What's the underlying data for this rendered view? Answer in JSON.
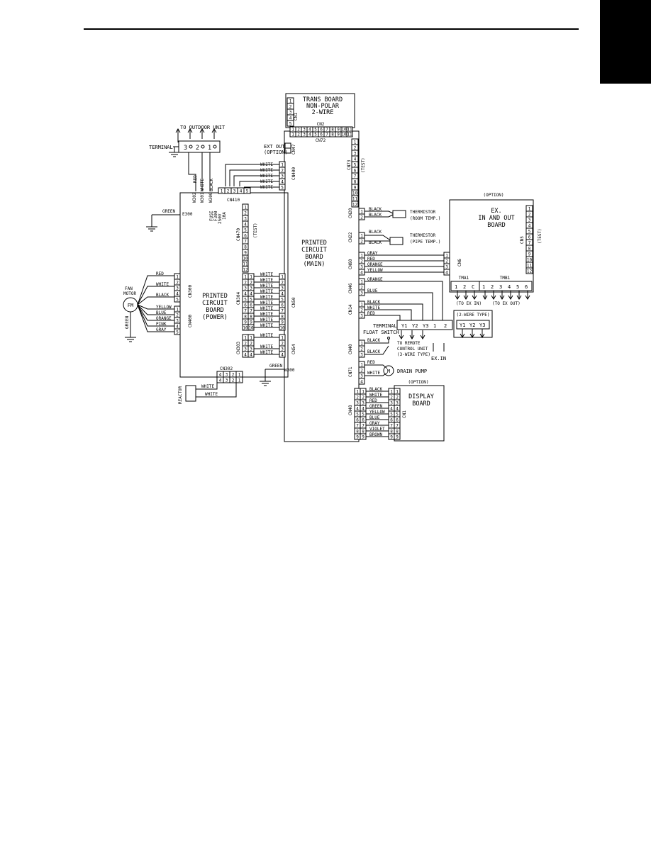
{
  "trans_board": {
    "title": [
      "TRANS BOARD",
      "NON-POLAR",
      "2-WIRE"
    ],
    "cn1_label": "CN1",
    "cn2_label": "CN2",
    "cn72_label": "CN72",
    "pins5": [
      "1",
      "2",
      "3",
      "4",
      "5"
    ],
    "pins11": [
      "1",
      "2",
      "3",
      "4",
      "5",
      "6",
      "7",
      "8",
      "9",
      "10",
      "11"
    ],
    "pins12": [
      "1",
      "2",
      "3",
      "4",
      "5",
      "6",
      "7",
      "8",
      "9",
      "10",
      "11",
      "12"
    ]
  },
  "terminal_left": {
    "caption": "TO OUTDOOR UNIT",
    "label": "TERMINAL",
    "pins": [
      "3",
      "2",
      "1"
    ],
    "wires": [
      "RED",
      "WHITE",
      "BLACK"
    ],
    "w_labels": [
      "W302",
      "W301",
      "W300"
    ],
    "fuse": [
      "FUSE",
      "F300",
      "250V",
      "10A"
    ]
  },
  "main_board": {
    "title": [
      "PRINTED",
      "CIRCUIT",
      "BOARD",
      "(MAIN)"
    ],
    "ext_out": [
      "EXT OUT",
      "(OPTION)"
    ],
    "cn47": "CN47",
    "cn73": "CN73",
    "test": "(TEST)",
    "cn400": "CN400",
    "cn410": "CN410",
    "white5": [
      "WHITE",
      "WHITE",
      "WHITE",
      "WHITE",
      "WHITE"
    ],
    "pins5": [
      "1",
      "2",
      "3",
      "4",
      "5"
    ]
  },
  "power_board": {
    "title": [
      "PRINTED",
      "CIRCUIT",
      "BOARD",
      "(POWER)"
    ],
    "green": "GREEN",
    "e300": "E300",
    "cn470": "CN470",
    "test": "(TEST)",
    "pins12": [
      "1",
      "2",
      "3",
      "4",
      "5",
      "6",
      "7",
      "8",
      "9",
      "10",
      "11",
      "12"
    ]
  },
  "fan": {
    "label": [
      "FAN",
      "MOTOR"
    ],
    "symbol": "FM",
    "green": "GREEN",
    "cn300": "CN300",
    "cn300_wires": [
      "RED",
      "WHITE",
      "BLACK"
    ],
    "cn400": "CN400",
    "cn400_wires": [
      "YELLOW",
      "BLUE",
      "ORANGE",
      "PINK",
      "GRAY"
    ],
    "pins5": [
      "1",
      "2",
      "3",
      "4",
      "5"
    ]
  },
  "cn304": {
    "label_left": "CN304",
    "label_right": "CN50",
    "pins10": [
      "1",
      "2",
      "3",
      "4",
      "5",
      "6",
      "7",
      "8",
      "9",
      "10"
    ],
    "wires": [
      "WHITE",
      "WHITE",
      "WHITE",
      "WHITE",
      "WHITE",
      "WHITE",
      "WHITE",
      "WHITE",
      "WHITE",
      "WHITE"
    ]
  },
  "cn303": {
    "label_left": "CN303",
    "label_right": "CN54",
    "pins4": [
      "1",
      "2",
      "3",
      "4"
    ],
    "wires": [
      "WHITE",
      "WHITE",
      "WHITE"
    ]
  },
  "cn302": {
    "label": "CN302",
    "pins": [
      "4",
      "3",
      "2",
      "1"
    ],
    "reactor": "REACTOR",
    "wires": [
      "WHITE",
      "WHITE"
    ]
  },
  "ground": {
    "green": "GREEN",
    "w300": "W300"
  },
  "sensors": {
    "cn20": "CN20",
    "cn20_wires": [
      "BLACK",
      "BLACK"
    ],
    "room": [
      "THERMISTOR",
      "(ROOM TEMP.)"
    ],
    "cn22": "CN22",
    "cn22_wires": [
      "BLACK",
      "BLACK"
    ],
    "pipe": [
      "THERMISTOR",
      "(PIPE TEMP.)"
    ],
    "pins2": [
      "1",
      "2"
    ]
  },
  "ex_board": {
    "option": "(OPTION)",
    "title": [
      "EX.",
      "IN AND OUT",
      "BOARD"
    ],
    "cn5": "CN5",
    "test": "(TEST)",
    "cn6": "CN6",
    "cn60": "CN60",
    "cn60_wires": [
      "GRAY",
      "RED",
      "ORANGE",
      "YELLOW"
    ],
    "pins4": [
      "1",
      "2",
      "3",
      "4"
    ],
    "pins12": [
      "1",
      "2",
      "3",
      "4",
      "5",
      "6",
      "7",
      "8",
      "9",
      "10",
      "11",
      "12"
    ],
    "tma1": "TMA1",
    "tmb1": "TMB1",
    "tma1_pins": [
      "1",
      "2",
      "C"
    ],
    "tmb1_pins": [
      "1",
      "2",
      "3",
      "4",
      "5",
      "6"
    ],
    "to_ex_in": "(TO EX IN)",
    "to_ex_out": "(TO EX OUT)"
  },
  "cn46": {
    "label": "CN46",
    "wires": [
      "ORANGE",
      "BLUE"
    ],
    "pins3": [
      "1",
      "2",
      "3"
    ]
  },
  "cn14": {
    "label": "CN14",
    "wires": [
      "BLACK",
      "WHITE",
      "RED"
    ],
    "pins3": [
      "1",
      "2",
      "3"
    ]
  },
  "terminal_right": {
    "label": "TERMINAL",
    "pins": [
      "Y1",
      "Y2",
      "Y3",
      "1",
      "2"
    ],
    "two_wire": "(2-WIRE TYPE)",
    "two_wire_pins": [
      "Y1",
      "Y2",
      "Y3"
    ],
    "to_remote": [
      "TO REMOTE",
      "CONTROL UNIT",
      "(3-WIRE TYPE)"
    ],
    "ex_in": "EX.IN"
  },
  "float": {
    "label": "FLOAT SWITCH",
    "cn40": "CN40",
    "wire": "BLACK",
    "wire2": "BLACK",
    "pins3": [
      "1",
      "2",
      "3"
    ]
  },
  "pump": {
    "cn71": "CN71",
    "wires": [
      "RED",
      "WHITE"
    ],
    "symbol": "M",
    "label": "DRAIN PUMP",
    "pins4": [
      "1",
      "2",
      "3",
      "4"
    ]
  },
  "display": {
    "option": "(OPTION)",
    "title": [
      "DISPLAY",
      "BOARD"
    ],
    "cn48": "CN48",
    "cn1": "CN1",
    "wires": [
      "BLACK",
      "WHITE",
      "RED",
      "GREEN",
      "YELLOW",
      "BLUE",
      "GRAY",
      "VIOLET",
      "BROWN"
    ],
    "pins9": [
      "1",
      "2",
      "3",
      "4",
      "5",
      "6",
      "7",
      "8",
      "9"
    ]
  }
}
